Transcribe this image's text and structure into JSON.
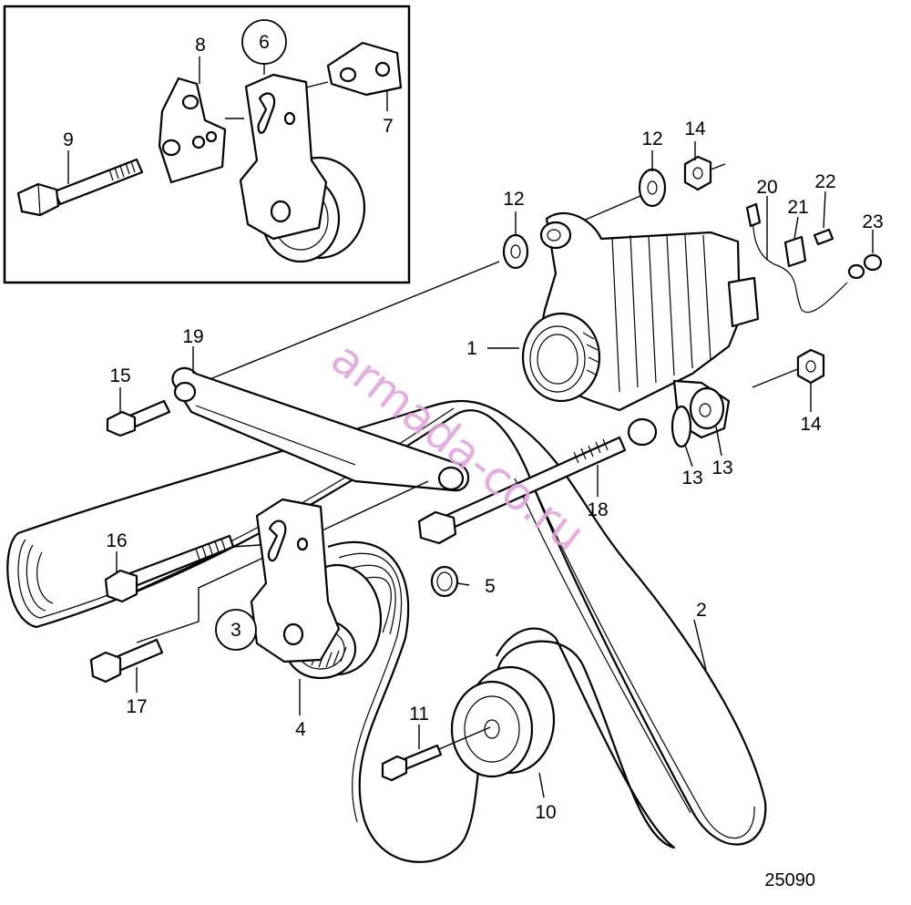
{
  "diagram": {
    "drawing_number": "25090",
    "watermark": "armada-co.ru",
    "callouts": {
      "c1": "1",
      "c2": "2",
      "c3": "3",
      "c4": "4",
      "c5": "5",
      "c6": "6",
      "c7": "7",
      "c8": "8",
      "c9": "9",
      "c10": "10",
      "c11": "11",
      "c12a": "12",
      "c12b": "12",
      "c13a": "13",
      "c13b": "13",
      "c14a": "14",
      "c14b": "14",
      "c15": "15",
      "c16": "16",
      "c17": "17",
      "c18": "18",
      "c19": "19",
      "c20": "20",
      "c21": "21",
      "c22": "22",
      "c23": "23"
    }
  }
}
